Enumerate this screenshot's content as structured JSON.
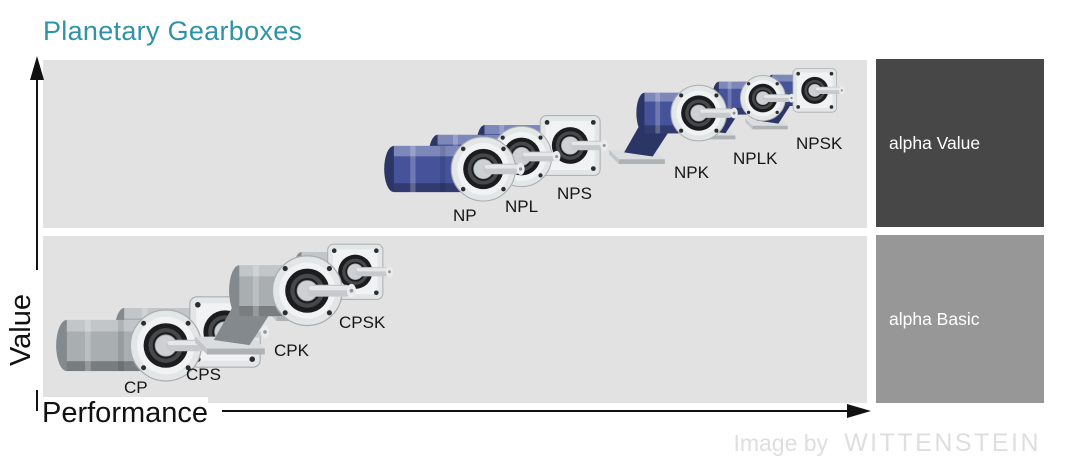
{
  "title": "Planetary Gearboxes",
  "axes": {
    "y_label": "Value",
    "x_label": "Performance"
  },
  "categories": [
    {
      "id": "alpha-value",
      "label": "alpha Value",
      "box_color": "#474747",
      "products": [
        {
          "id": "np",
          "label": "NP",
          "style": "inline",
          "flange": "round"
        },
        {
          "id": "npl",
          "label": "NPL",
          "style": "inline",
          "flange": "round"
        },
        {
          "id": "nps",
          "label": "NPS",
          "style": "inline",
          "flange": "square"
        },
        {
          "id": "npk",
          "label": "NPK",
          "style": "right-angle",
          "flange": "round"
        },
        {
          "id": "nplk",
          "label": "NPLK",
          "style": "right-angle",
          "flange": "round"
        },
        {
          "id": "npsk",
          "label": "NPSK",
          "style": "right-angle",
          "flange": "square"
        }
      ]
    },
    {
      "id": "alpha-basic",
      "label": "alpha Basic",
      "box_color": "#979797",
      "products": [
        {
          "id": "cp",
          "label": "CP",
          "style": "inline",
          "flange": "round"
        },
        {
          "id": "cps",
          "label": "CPS",
          "style": "inline",
          "flange": "square"
        },
        {
          "id": "cpk",
          "label": "CPK",
          "style": "right-angle",
          "flange": "round"
        },
        {
          "id": "cpsk",
          "label": "CPSK",
          "style": "right-angle",
          "flange": "square"
        }
      ]
    }
  ],
  "watermark": {
    "prefix": "Image by",
    "brand": "WITTENSTEIN"
  },
  "colors": {
    "title": "#2e93a8",
    "band_background": "#e2e2e2",
    "alpha_value_box": "#474747",
    "alpha_basic_box": "#979797",
    "basic_gearbox_gray": "#a9aeb1",
    "value_gearbox_blue": "#46539b",
    "axis": "#111111",
    "watermark": "#dedede"
  }
}
